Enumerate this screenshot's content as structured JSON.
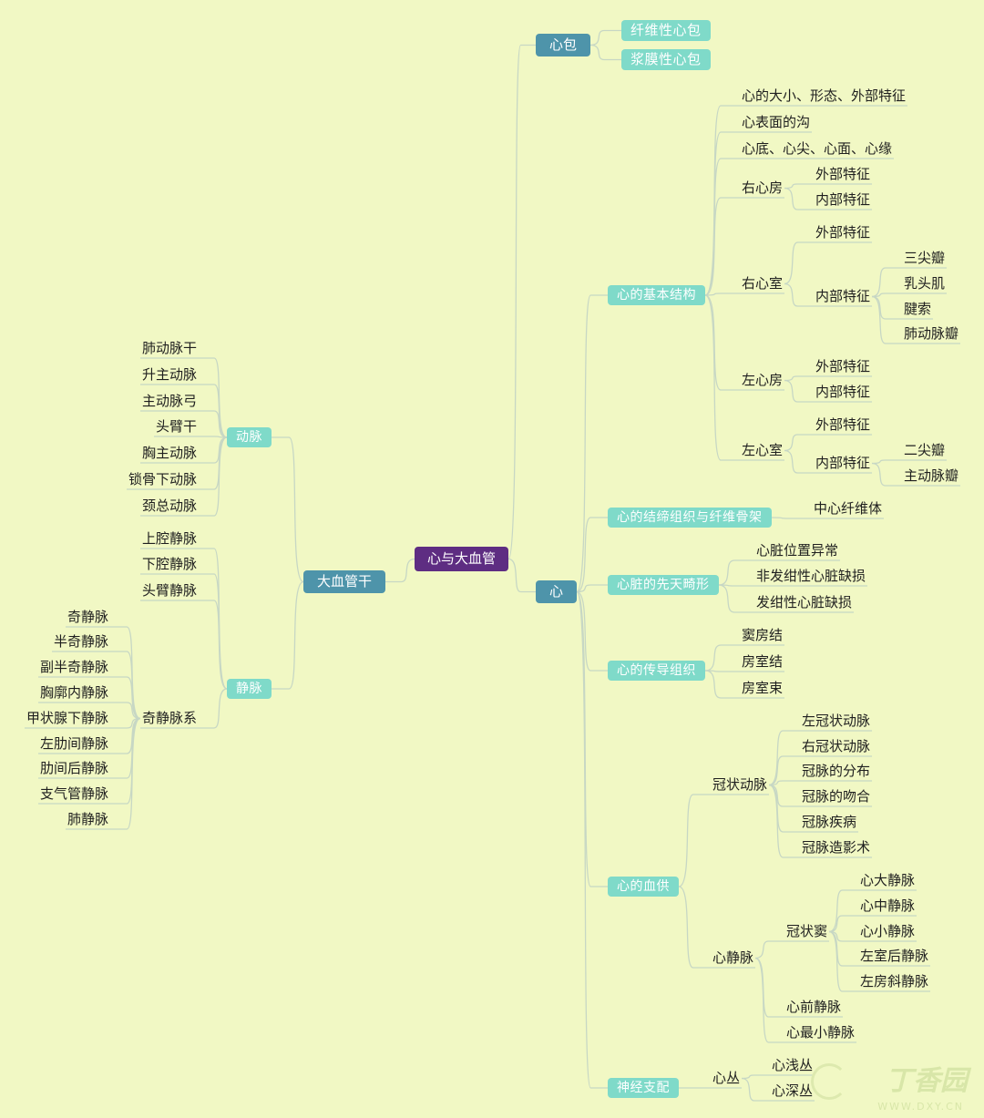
{
  "root": "心与大血管",
  "left": {
    "label": "大血管干",
    "children": [
      {
        "label": "动脉",
        "children": [
          "肺动脉干",
          "升主动脉",
          "主动脉弓",
          "头臂干",
          "胸主动脉",
          "锁骨下动脉",
          "颈总动脉"
        ]
      },
      {
        "label": "静脉",
        "children": [
          "上腔静脉",
          "下腔静脉",
          "头臂静脉",
          {
            "label": "奇静脉系",
            "children": [
              "奇静脉",
              "半奇静脉",
              "副半奇静脉",
              "胸廓内静脉",
              "甲状腺下静脉",
              "左肋间静脉",
              "肋间后静脉",
              "支气管静脉",
              "肺静脉"
            ]
          }
        ]
      }
    ]
  },
  "right": [
    {
      "label": "心包",
      "children": [
        "纤维性心包",
        "浆膜性心包"
      ]
    },
    {
      "label": "心",
      "children": [
        {
          "label": "心的基本结构",
          "children": [
            "心的大小、形态、外部特征",
            "心表面的沟",
            "心底、心尖、心面、心缘",
            {
              "label": "右心房",
              "children": [
                "外部特征",
                "内部特征"
              ]
            },
            {
              "label": "右心室",
              "children": [
                "外部特征",
                {
                  "label": "内部特征",
                  "children": [
                    "三尖瓣",
                    "乳头肌",
                    "腱索",
                    "肺动脉瓣"
                  ]
                }
              ]
            },
            {
              "label": "左心房",
              "children": [
                "外部特征",
                "内部特征"
              ]
            },
            {
              "label": "左心室",
              "children": [
                "外部特征",
                {
                  "label": "内部特征",
                  "children": [
                    "二尖瓣",
                    "主动脉瓣"
                  ]
                }
              ]
            }
          ]
        },
        {
          "label": "心的结缔组织与纤维骨架",
          "children": [
            "中心纤维体"
          ]
        },
        {
          "label": "心脏的先天畸形",
          "children": [
            "心脏位置异常",
            "非发绀性心脏缺损",
            "发绀性心脏缺损"
          ]
        },
        {
          "label": "心的传导组织",
          "children": [
            "窦房结",
            "房室结",
            "房室束"
          ]
        },
        {
          "label": "心的血供",
          "children": [
            {
              "label": "冠状动脉",
              "children": [
                "左冠状动脉",
                "右冠状动脉",
                "冠脉的分布",
                "冠脉的吻合",
                "冠脉疾病",
                "冠脉造影术"
              ]
            },
            {
              "label": "心静脉",
              "children": [
                {
                  "label": "冠状窦",
                  "children": [
                    "心大静脉",
                    "心中静脉",
                    "心小静脉",
                    "左室后静脉",
                    "左房斜静脉"
                  ]
                },
                "心前静脉",
                "心最小静脉"
              ]
            }
          ]
        },
        {
          "label": "神经支配",
          "children": [
            {
              "label": "心丛",
              "children": [
                "心浅丛",
                "心深丛"
              ]
            }
          ]
        }
      ]
    }
  ],
  "watermark": {
    "brand": "丁香园",
    "url": "WWW.DXY.CN"
  }
}
